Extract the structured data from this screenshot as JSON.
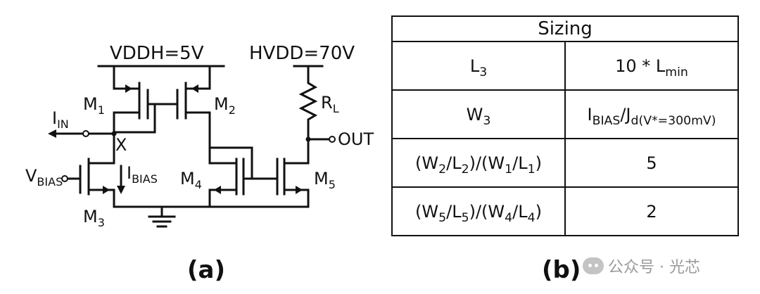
{
  "circuit": {
    "vddh": "VDDH=5V",
    "hvdd": "HVDD=70V",
    "m1": "M",
    "m1_sub": "1",
    "m2": "M",
    "m2_sub": "2",
    "m3": "M",
    "m3_sub": "3",
    "m4": "M",
    "m4_sub": "4",
    "m5": "M",
    "m5_sub": "5",
    "rl": "R",
    "rl_sub": "L",
    "iin": "I",
    "iin_sub": "IN",
    "vbias": "V",
    "vbias_sub": "BIAS",
    "ibias": "I",
    "ibias_sub": "BIAS",
    "node_x": "X",
    "out": "OUT"
  },
  "table": {
    "title": "Sizing",
    "rows": [
      {
        "param": "L",
        "param_sub": "3",
        "value_pre": "10 * L",
        "value_sub": "min"
      },
      {
        "param": "W",
        "param_sub": "3",
        "value_i": "I",
        "value_i_sub": "BIAS",
        "value_j": "/J",
        "value_j_sub": "d(V*=300mV)"
      },
      {
        "p1": "(W",
        "s1": "2",
        "p2": "/L",
        "s2": "2",
        "p3": ")/(W",
        "s3": "1",
        "p4": "/L",
        "s4": "1",
        "p5": ")",
        "value": "5"
      },
      {
        "p1": "(W",
        "s1": "5",
        "p2": "/L",
        "s2": "5",
        "p3": ")/(W",
        "s3": "4",
        "p4": "/L",
        "s4": "4",
        "p5": ")",
        "value": "2"
      }
    ]
  },
  "labels": {
    "a": "(a)",
    "b": "(b)"
  },
  "watermark": "公众号 · 光芯"
}
